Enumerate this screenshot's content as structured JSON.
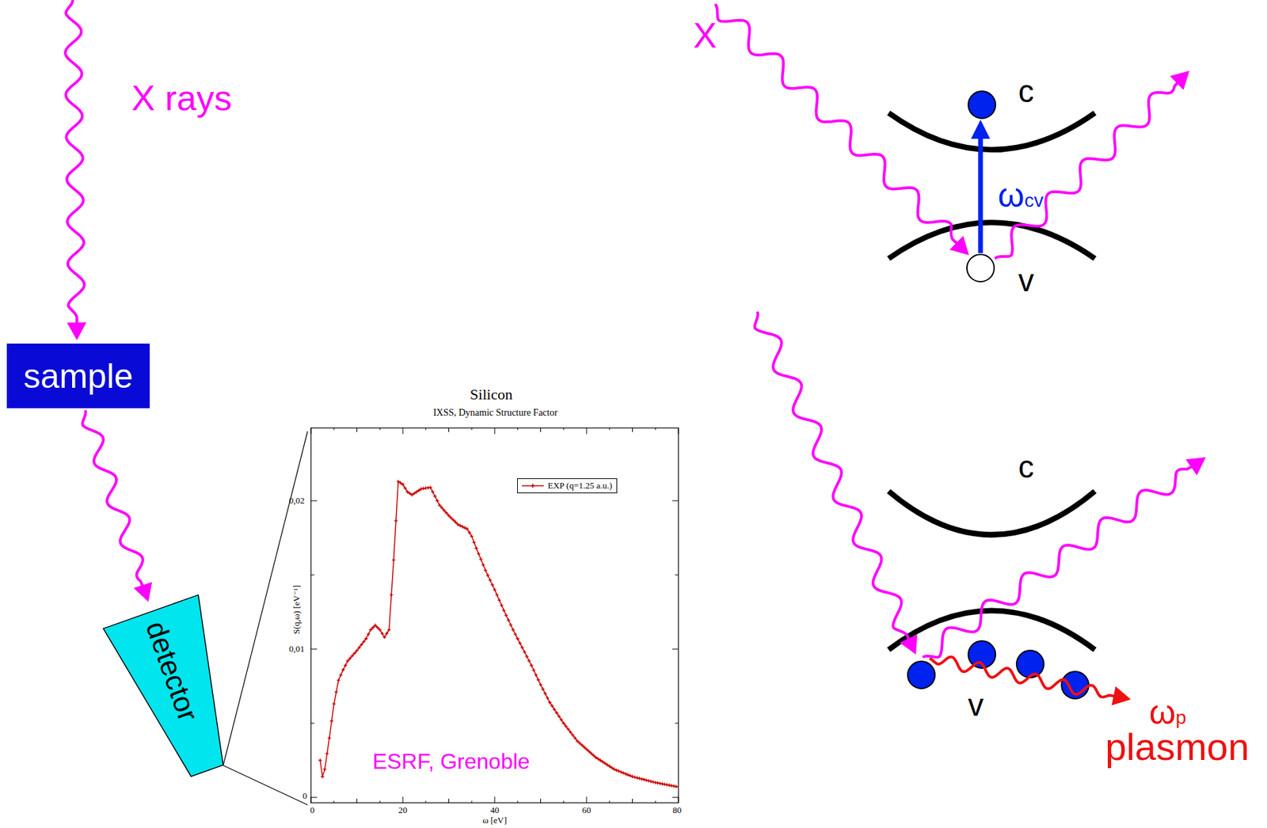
{
  "diagram": {
    "nodes": [
      {
        "text": [
          "sample"
        ]
      },
      {
        "text": [
          "detector"
        ]
      }
    ],
    "edges": [
      {
        "from": 0,
        "to": 1,
        "arrow": "to"
      }
    ],
    "labels": [
      "X rays",
      "Silicon",
      "IXSS, Dynamic Structure Factor",
      "S(q,ω) [eV⁻¹]",
      "0,02",
      "0,01",
      "0",
      "0",
      "20",
      "40",
      "60",
      "80",
      "ω [eV]",
      "ESRF, Grenoble",
      "X",
      "c",
      "ωcv",
      "v",
      "c",
      "v",
      "ωp",
      "plasmon"
    ],
    "legend": [
      {
        "text": "EXP (q=1.25 a.u.)"
      }
    ]
  }
}
